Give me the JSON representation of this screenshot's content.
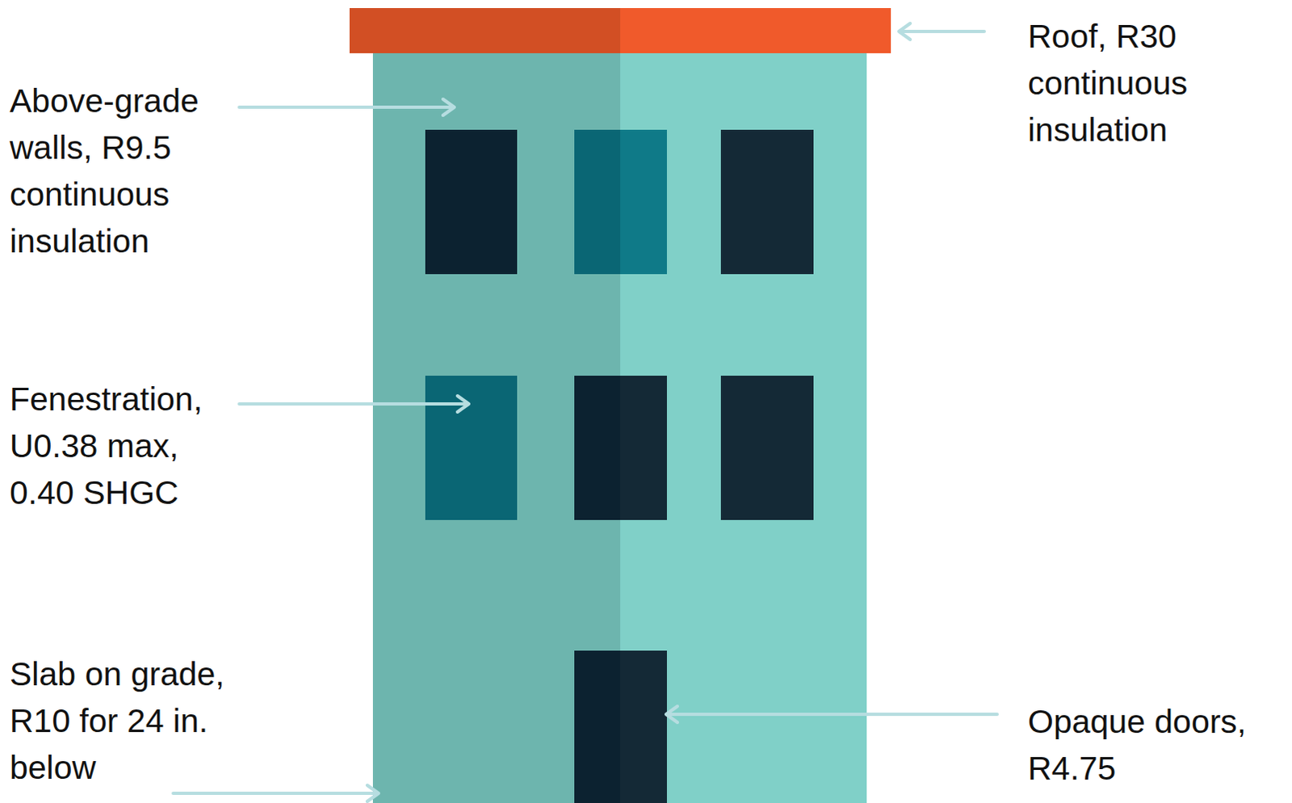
{
  "diagram": {
    "labels": [
      "Roof, R30 continuous insulation",
      "Above-grade walls, R9.5 continuous insulation",
      "Fenestration, U0.38 max, 0.40 SHGC",
      "Slab on grade, R10 for 24 in. below",
      "Opaque doors, R4.75"
    ]
  }
}
